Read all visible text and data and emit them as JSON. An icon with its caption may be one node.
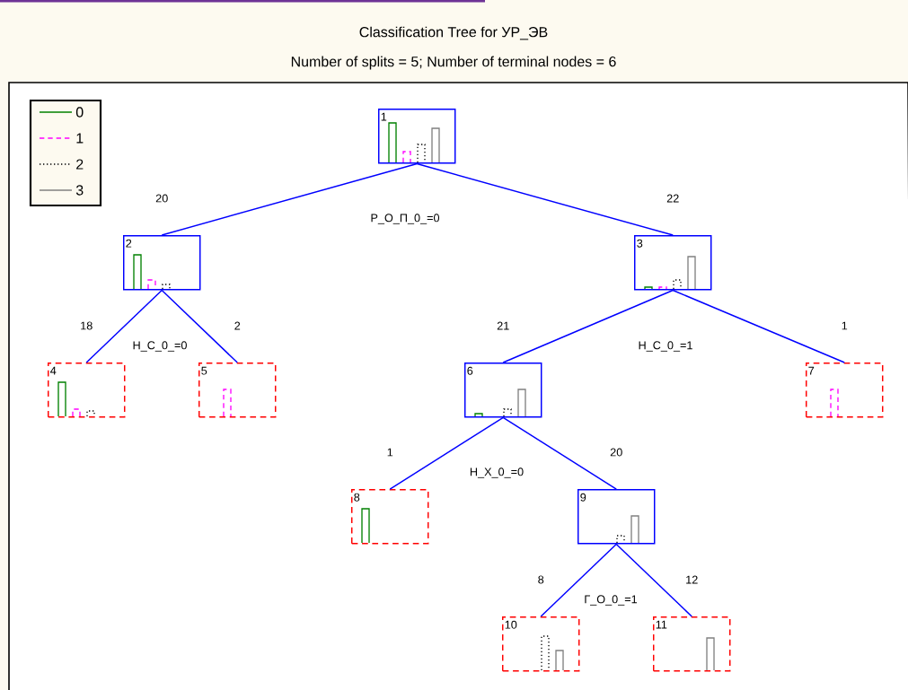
{
  "diagram": {
    "title": "Classification Tree for УР_ЭВ",
    "nodes": [
      {
        "text": [
          "1"
        ]
      },
      {
        "text": [
          "2"
        ]
      },
      {
        "text": [
          "3"
        ]
      },
      {
        "text": [
          "4"
        ]
      },
      {
        "text": [
          "5"
        ]
      },
      {
        "text": [
          "6"
        ]
      },
      {
        "text": [
          "7"
        ]
      },
      {
        "text": [
          "8"
        ]
      },
      {
        "text": [
          "9"
        ]
      },
      {
        "text": [
          "10"
        ]
      },
      {
        "text": [
          "11"
        ]
      }
    ],
    "edges": [
      {
        "from": 0,
        "to": 1,
        "arrow": "none",
        "label": "20"
      },
      {
        "from": 0,
        "to": 2,
        "arrow": "none",
        "label": "22"
      },
      {
        "from": 1,
        "to": 3,
        "arrow": "none",
        "label": "18"
      },
      {
        "from": 1,
        "to": 4,
        "arrow": "none",
        "label": "2"
      },
      {
        "from": 2,
        "to": 5,
        "arrow": "none",
        "label": "21"
      },
      {
        "from": 2,
        "to": 6,
        "arrow": "none",
        "label": "1"
      },
      {
        "from": 5,
        "to": 7,
        "arrow": "none",
        "label": "1"
      },
      {
        "from": 5,
        "to": 8,
        "arrow": "none",
        "label": "20"
      },
      {
        "from": 8,
        "to": 9,
        "arrow": "none",
        "label": "8"
      },
      {
        "from": 8,
        "to": 10,
        "arrow": "none",
        "label": "12"
      }
    ],
    "labels": [
      "Number of splits = 5; Number of terminal nodes = 6",
      "Р_О_П_0_=0",
      "Н_С_0_=0",
      "Н_С_0_=1",
      "Н_Х_0_=0",
      "Г_О_0_=1"
    ],
    "legend": [
      {
        "text": "0"
      },
      {
        "text": "1"
      },
      {
        "text": "2"
      },
      {
        "text": "3"
      }
    ]
  }
}
